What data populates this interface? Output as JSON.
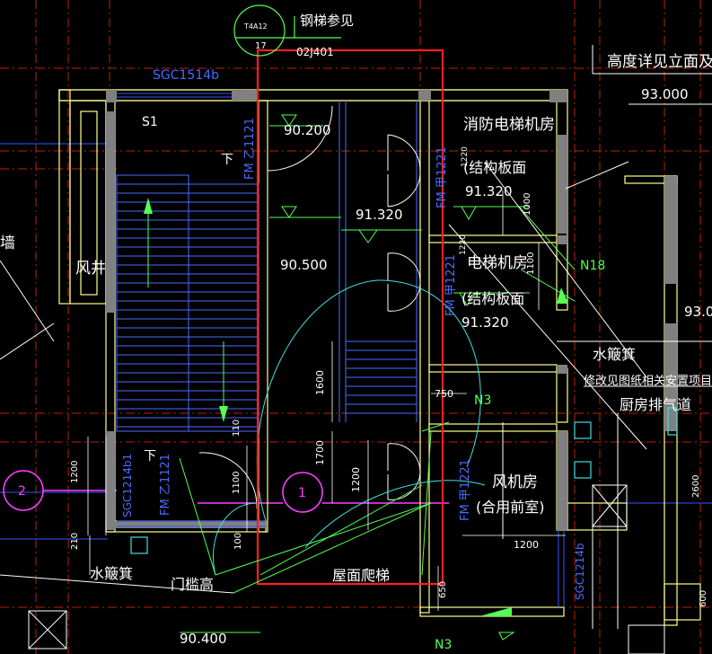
{
  "labels": {
    "ref_steel_stair": "钢梯参见",
    "ref_code_top": "T4A12",
    "ref_number": "17",
    "ref_code_bottom": "02J401",
    "height_note": "高度详见立面及",
    "elev_93000": "93.000",
    "window_top": "SGC1514b",
    "s1": "S1",
    "elev_90200": "90.200",
    "fire_elevator_room": "消防电梯机房",
    "struct_slab_1": "(结构板面",
    "elev_91320_a": "91.320",
    "elev_91320_b": "91.320",
    "down_1": "下",
    "fm_z1121_top": "FM 乙1121",
    "fm_jia1221_a": "FM 甲1221",
    "dim_1220_a": "1220",
    "dim_1000_a": "1000",
    "elevator_room": "电梯机房",
    "fm_jia1221_b": "FM 甲1221",
    "dim_1220_b": "1220",
    "dim_1100_b": "1100",
    "n18": "N18",
    "elev_9300_r": "93.0",
    "shaft": "风井",
    "elev_90500": "90.500",
    "struct_slab_2": "(结构板面",
    "elev_91320_c": "91.320",
    "water_drain_right": "水簸箕",
    "modify_note": "修改见图纸相关安置项目施工(",
    "kitchen_vent": "厨房排气道",
    "dim_1600": "1600",
    "dim_750": "750",
    "n3_a": "N3",
    "dim_110": "110",
    "dim_1700": "1700",
    "dim_1200_a": "1200",
    "dim_1100_c": "1100",
    "fan_room": "风机房",
    "fm_jia1221_c": "FM 甲1221",
    "combined_anteroom": "(合用前室)",
    "dim_1200_left": "1200",
    "grid_2": "2",
    "grid_1": "1",
    "down_2": "下",
    "fm_z1121_bottom": "FM 乙1121",
    "sgc1214b1": "SGC1214b1",
    "dim_1200_b": "1200",
    "dim_2600": "2600",
    "sgc1214b_right": "SGC1214b",
    "dim_210": "210",
    "dim_100": "100",
    "water_drain_left": "水簸箕",
    "threshold_height": "门槛高",
    "roof_ladder": "屋面爬梯",
    "dim_650": "650",
    "dim_600": "600",
    "elev_90400": "90.400",
    "n3_b": "N3",
    "wall_partial": "墙"
  },
  "colors": {
    "background": "#000000",
    "wall": "#ffff8c",
    "wall_fill": "#808080",
    "stair": "#4a6cff",
    "annotation_green": "#55ff55",
    "door_arc": "#40e0e0",
    "highlight": "#ff2020",
    "grid_circle": "#ff40ff",
    "white": "#ffffff"
  }
}
